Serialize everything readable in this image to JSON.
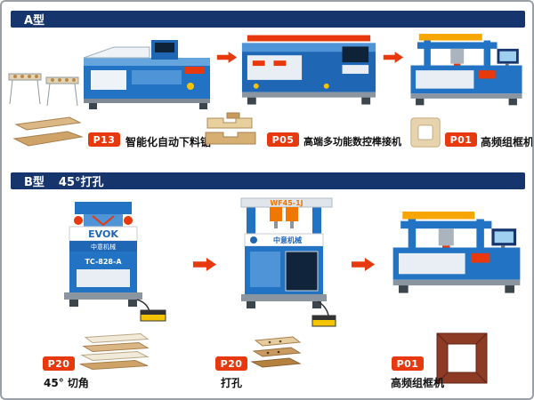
{
  "colors": {
    "page_border": "#9aa0a6",
    "header_blue": "#17356d",
    "accent_red": "#e8380d",
    "machine_blue": "#2273c4",
    "banner_yellow": "#f7a600",
    "wood_tan": "#d3aa78",
    "frame_brown": "#8e3b26"
  },
  "sections": [
    {
      "header_title": "A型",
      "header_subtitle": "",
      "steps": [
        {
          "code": "P13",
          "label": "智能化自动下料锯"
        },
        {
          "code": "P05",
          "label": "高端多功能数控榫接机"
        },
        {
          "code": "P01",
          "label": "高频组框机"
        }
      ]
    },
    {
      "header_title": "B型",
      "header_subtitle": "45°打孔",
      "steps": [
        {
          "code": "P20",
          "label": "45° 切角"
        },
        {
          "code": "P20",
          "label": "打孔"
        },
        {
          "code": "P01",
          "label": "高频组框机"
        }
      ]
    }
  ],
  "machines": {
    "b1_brand": "EVOK",
    "b1_subbrand": "中意机械",
    "b1_model": "TC-828-A",
    "b2_brand": "中意机械",
    "b2_model": "WF45-1J"
  }
}
